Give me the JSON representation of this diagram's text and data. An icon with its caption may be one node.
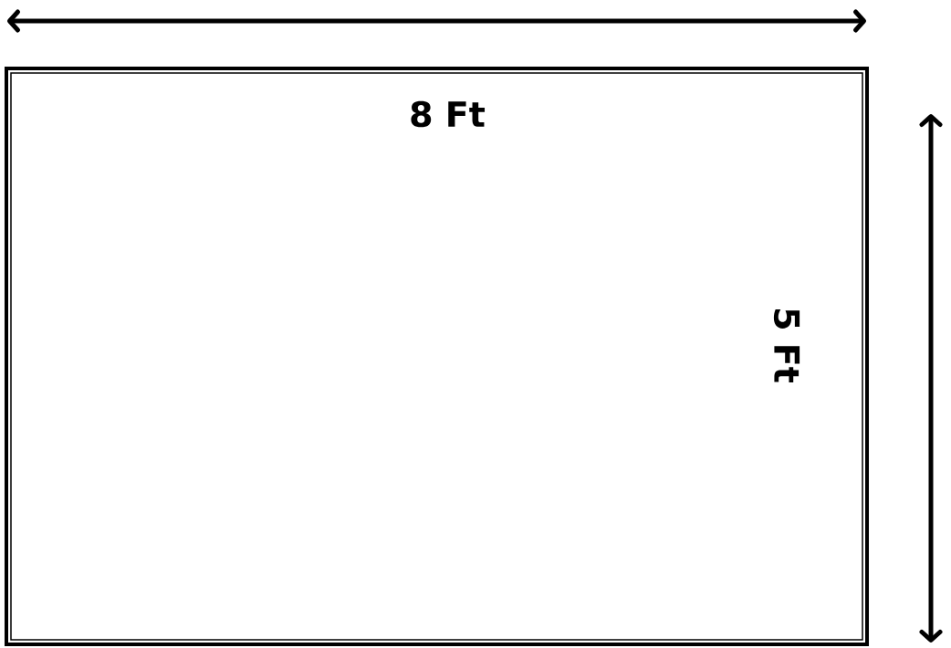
{
  "diagram": {
    "nodes": [
      {
        "text": [],
        "shape": "box"
      }
    ],
    "labels": [
      "8 Ft",
      "5 Ft"
    ]
  }
}
